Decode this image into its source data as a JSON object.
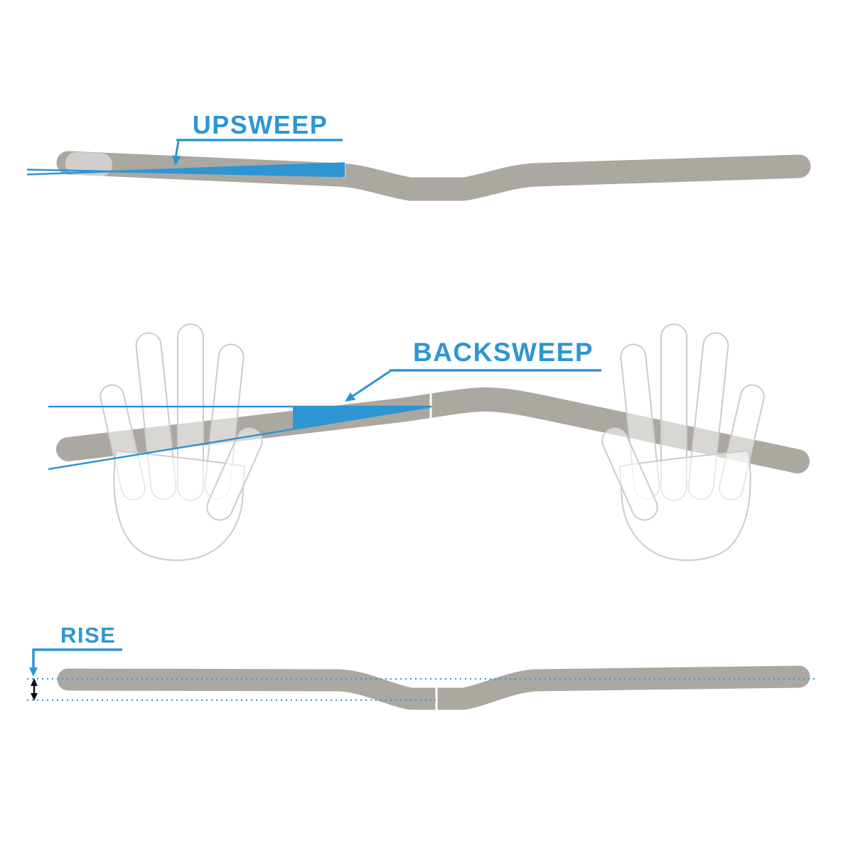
{
  "labels": {
    "upsweep": "UPSWEEP",
    "backsweep": "BACKSWEEP",
    "rise": "RISE"
  },
  "colors": {
    "accent_blue": "#2e95d3",
    "bar_gray": "#aba7a1",
    "hand_outline": "#cccccc",
    "arrow_black": "#111111",
    "background": "#ffffff"
  },
  "icons": {
    "upsweep_pointer": "arrow-down",
    "backsweep_pointer": "arrow-down-left",
    "rise_pointer": "arrow-down",
    "rise_measure": "arrow-up-down"
  }
}
